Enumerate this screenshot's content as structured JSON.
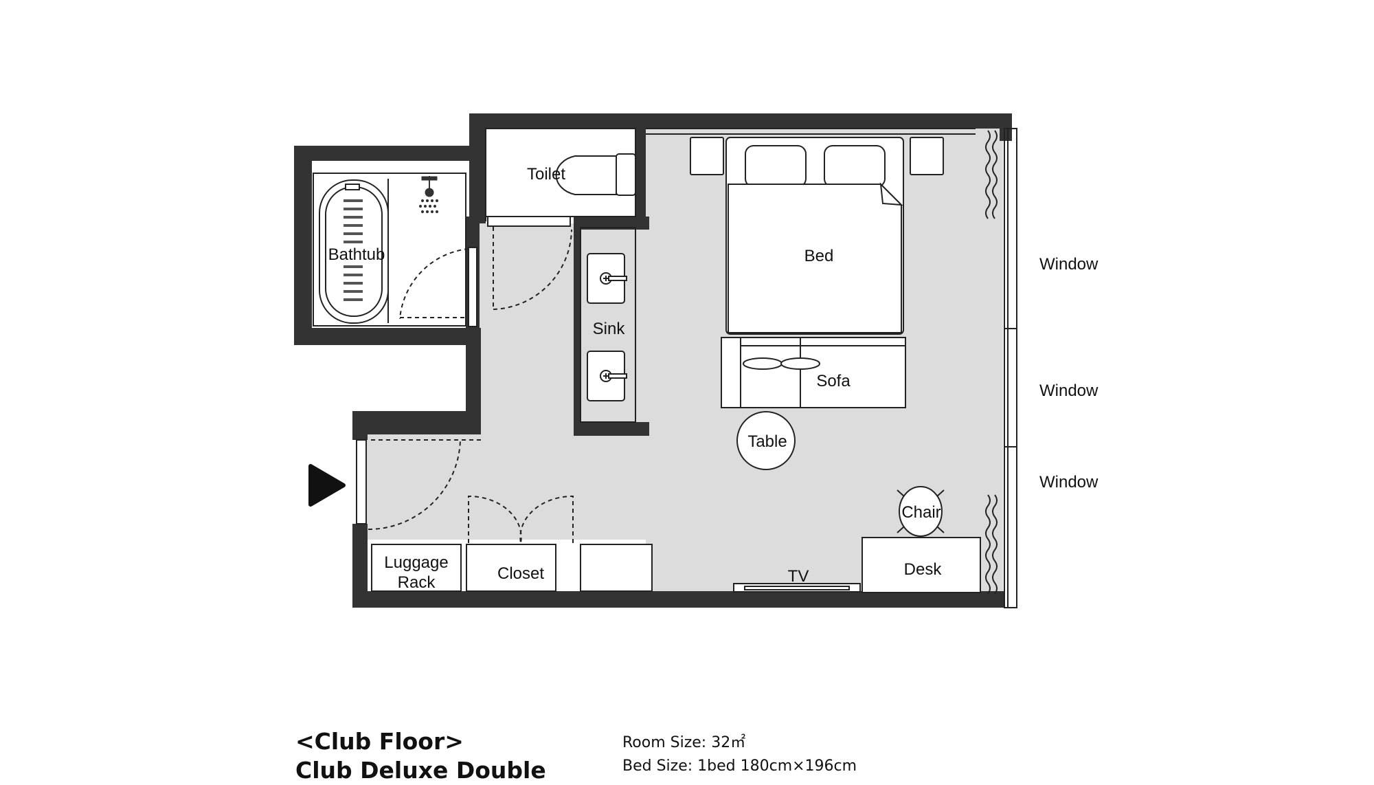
{
  "labels": {
    "toilet": "Toilet",
    "bathtub": "Bathtub",
    "sink": "Sink",
    "bed": "Bed",
    "sofa": "Sofa",
    "table": "Table",
    "chair": "Chair",
    "desk": "Desk",
    "tv": "TV",
    "closet": "Closet",
    "luggage_line1": "Luggage",
    "luggage_line2": "Rack",
    "windows": [
      "Window",
      "Window",
      "Window"
    ]
  },
  "entrance_marker": "entrance-arrow-icon",
  "caption": {
    "floor": "<Club Floor>",
    "room_type": "Club Deluxe Double",
    "room_size": "Room Size: 32㎡",
    "bed_size": "Bed Size: 1bed 180cm×196cm"
  },
  "colors": {
    "wall": "#333333",
    "floor": "#dcdcdc",
    "background": "#ffffff",
    "line": "#222222"
  }
}
